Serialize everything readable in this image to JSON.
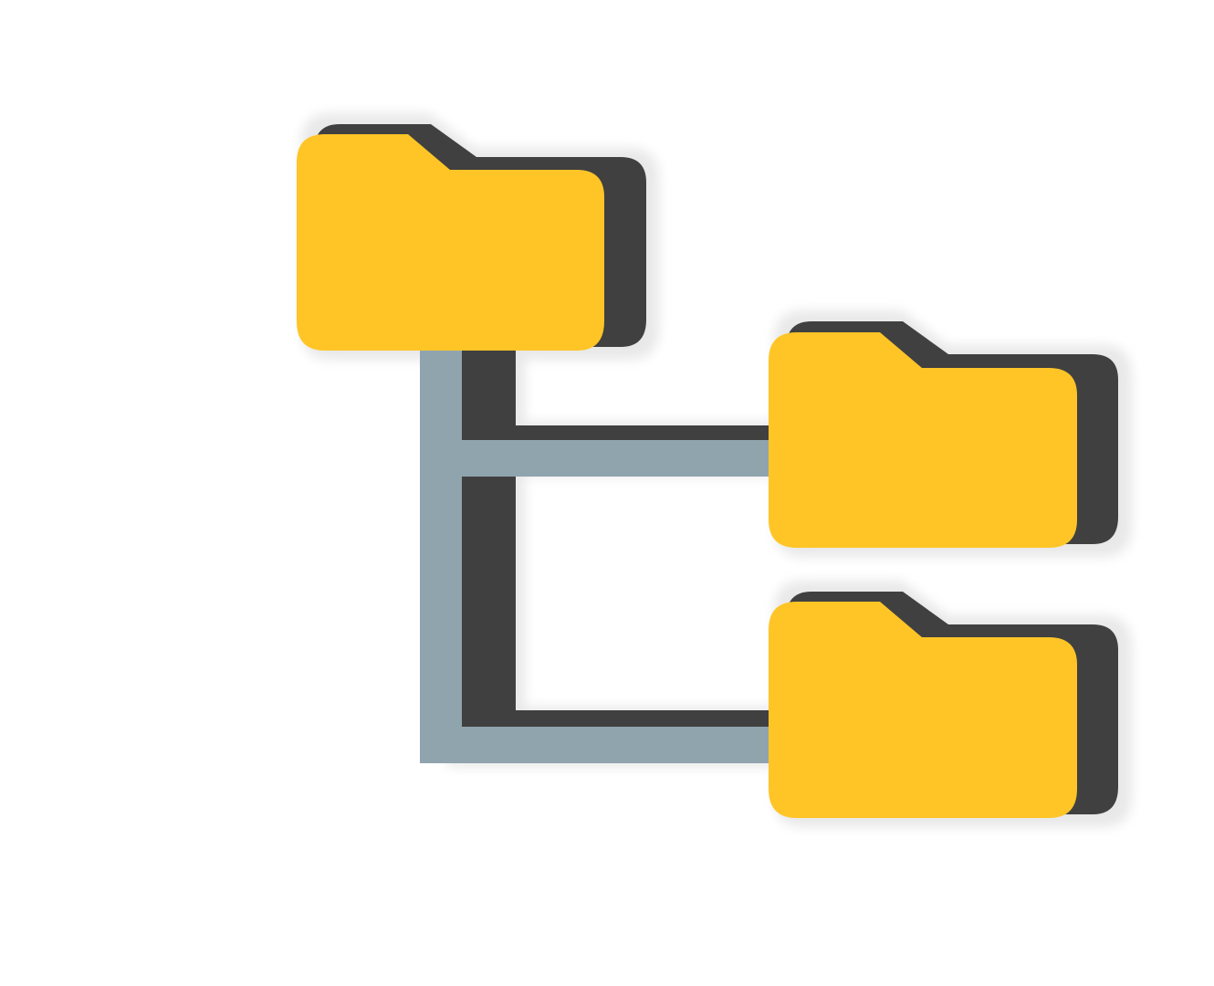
{
  "icon": {
    "name": "folder-tree-icon",
    "colors": {
      "background": "#ffffff",
      "folder": "#FFC527",
      "connector": "#90A4AE",
      "shadow": "#404040",
      "shadow_halo": "#E6E6E6"
    },
    "folders": [
      {
        "role": "parent"
      },
      {
        "role": "child"
      },
      {
        "role": "child"
      }
    ]
  }
}
